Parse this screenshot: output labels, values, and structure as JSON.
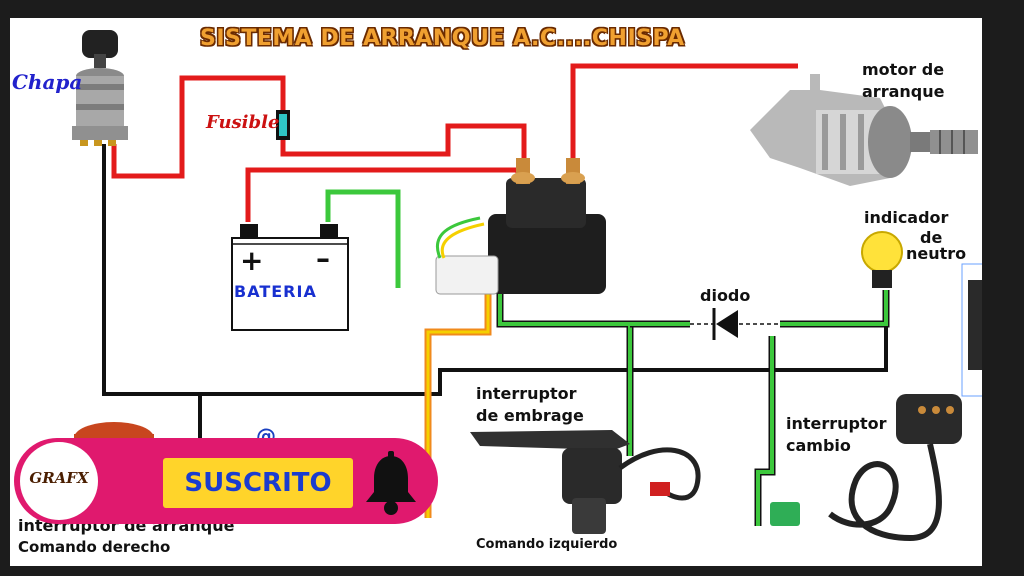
{
  "diagram": {
    "title": "SISTEMA DE ARRANQUE  A.C....CHISPA",
    "labels": {
      "chapa": "Chapa",
      "fusible": "Fusible",
      "bateria": "BATERIA",
      "plus": "+",
      "minus": "–",
      "motor_line1": "motor de",
      "motor_line2": "arranque",
      "indicador_line1": "indicador",
      "indicador_line2": "de",
      "indicador_line3": "neutro",
      "diodo": "diodo",
      "embrague_line1": "interruptor",
      "embrague_line2": "de embrage",
      "cambio_line1": "interruptor",
      "cambio_line2": "cambio",
      "comando_izquierdo": "Comando izquierdo",
      "arranque_line1": "interruptor de arranque",
      "arranque_line2": "Comando derecho",
      "partial_handle": "@"
    },
    "wire_colors": {
      "power": "#e31b1b",
      "ground": "#111111",
      "green": "#3cc83c",
      "yellow": "#f5d000",
      "orange": "#f08a1c"
    }
  },
  "overlay": {
    "logo_text": "GRAFX",
    "subscribe_label": "SUSCRITO",
    "bell_icon": "bell-icon",
    "banner_color": "#e0196e",
    "button_color": "#ffd42a"
  }
}
